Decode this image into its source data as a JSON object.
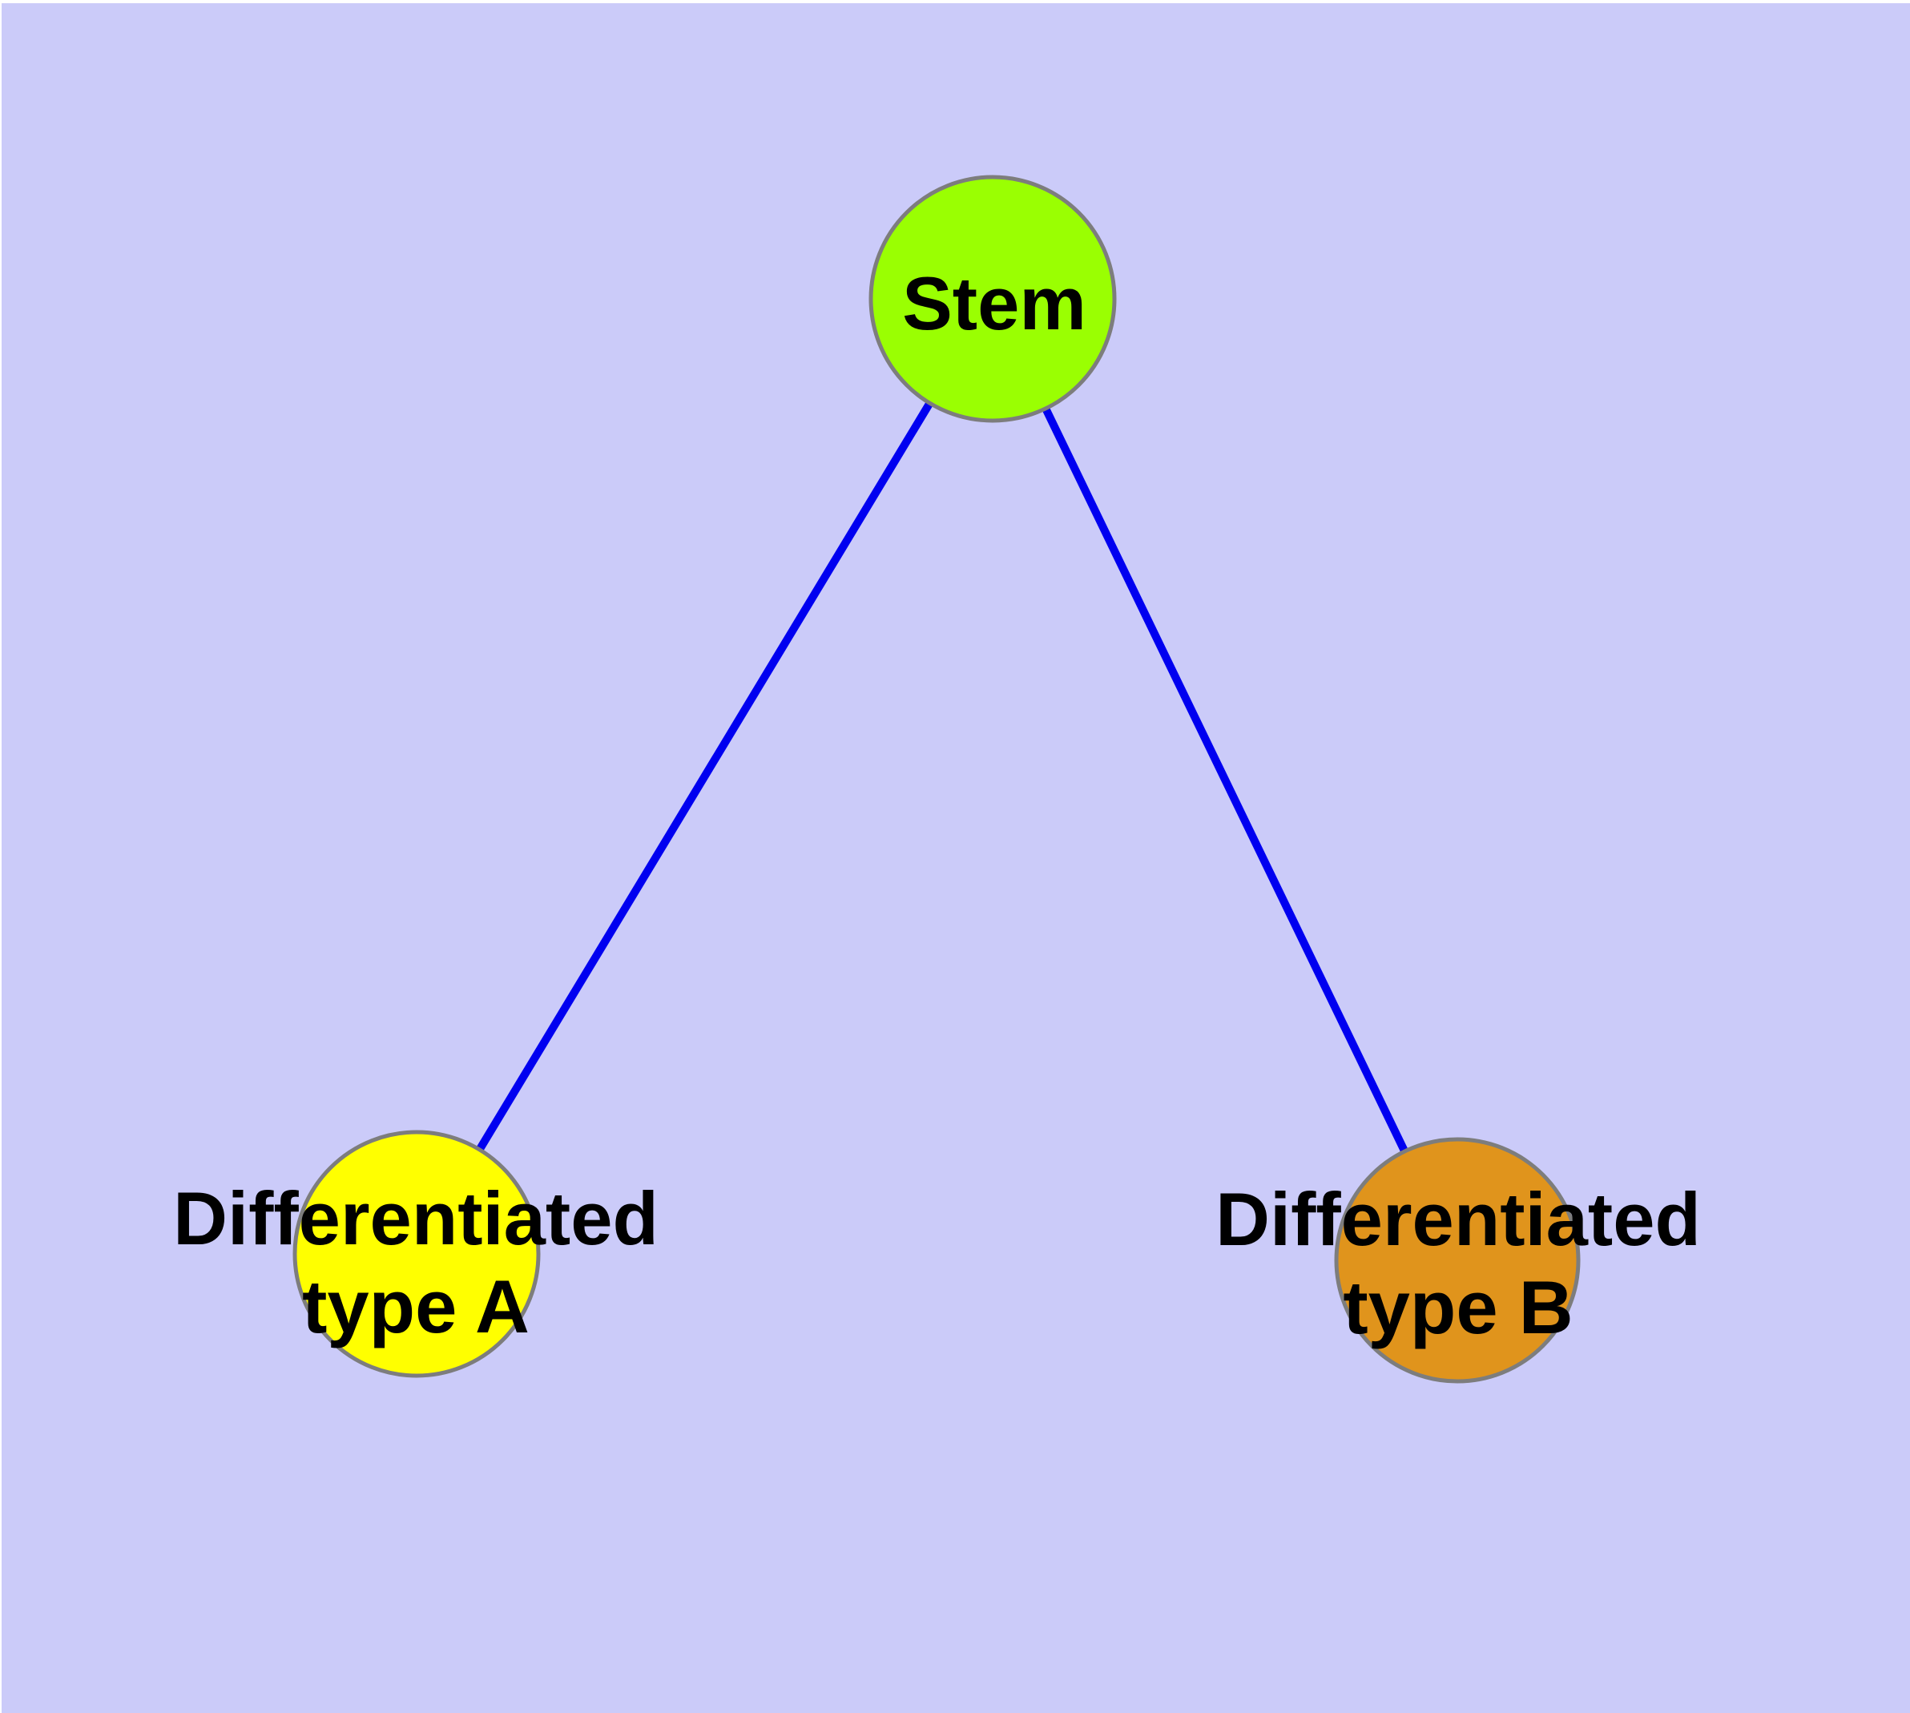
{
  "diagram": {
    "canvas_color": "#CBCBF9",
    "label_color": "#000000",
    "edge_color": "#0000F0",
    "node_border_color": "#7D7D7D",
    "nodes": [
      {
        "id": "stem",
        "label": "Stem",
        "fill": "#9AFF02"
      },
      {
        "id": "differentiated-type-a",
        "label_line1": "Differentiated",
        "label_line2": "type A",
        "fill": "#FFFF00"
      },
      {
        "id": "differentiated-type-b",
        "label_line1": "Differentiated",
        "label_line2": "type B",
        "fill": "#E0941C"
      }
    ],
    "edges": [
      {
        "from": "stem",
        "to": "differentiated-type-a"
      },
      {
        "from": "stem",
        "to": "differentiated-type-b"
      }
    ]
  }
}
